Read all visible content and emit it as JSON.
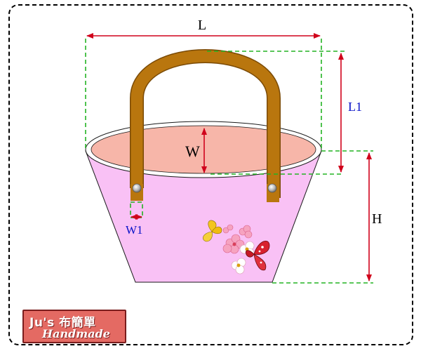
{
  "labels": {
    "L": "L",
    "L1": "L1",
    "W": "W",
    "W1": "W1",
    "H": "H"
  },
  "logo": {
    "line1": "Ju's 布簡單",
    "line2": "Handmade"
  },
  "colors": {
    "bag_body": "#f9c1f5",
    "bag_inner": "#f7b6a9",
    "handle": "#b9760e",
    "dimension_arrow": "#d0021b",
    "guide_line": "#23b323",
    "blue_label": "#0a13c8",
    "logo_bg": "#e46a63"
  }
}
